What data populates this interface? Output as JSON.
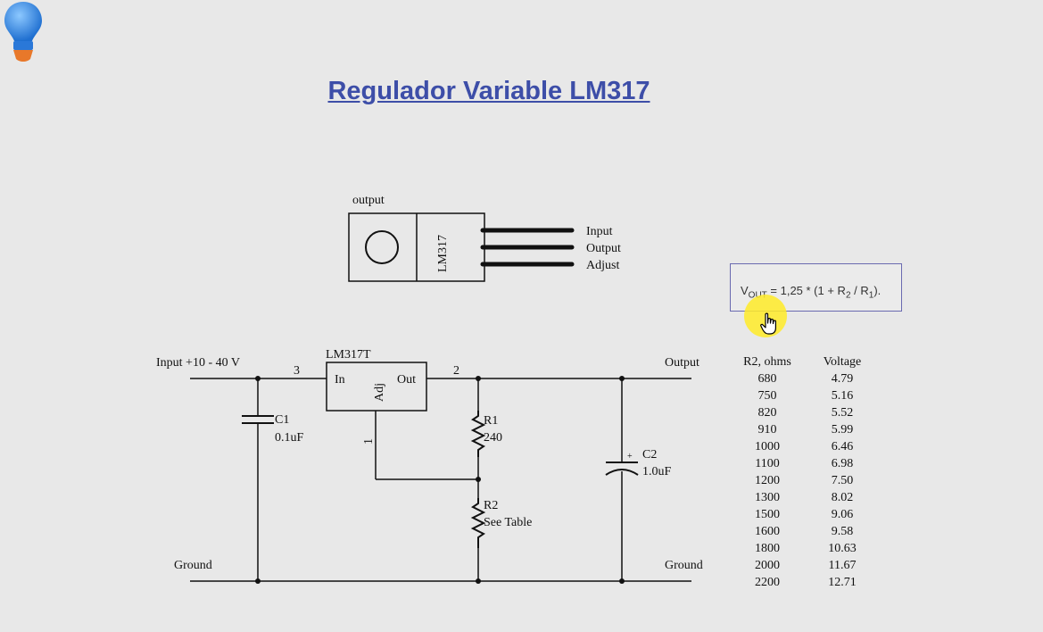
{
  "title": "Regulador Variable LM317",
  "package": {
    "top_label": "output",
    "body_label": "LM317",
    "pins": [
      "Input",
      "Output",
      "Adjust"
    ]
  },
  "formula": {
    "v": "V",
    "v_sub": "OUT",
    "mid": " = 1,25 * (1 + R",
    "r2_sub": "2",
    "slash": " / R",
    "r1_sub": "1",
    "end": ")."
  },
  "schematic": {
    "input_label": "Input +10 - 40 V",
    "output_label": "Output",
    "ground_left": "Ground",
    "ground_right": "Ground",
    "ic_name": "LM317T",
    "ic_in": "In",
    "ic_out": "Out",
    "ic_adj": "Adj",
    "pin3": "3",
    "pin2": "2",
    "pin1": "1",
    "c1_name": "C1",
    "c1_value": "0.1uF",
    "c2_name": "C2",
    "c2_value": "1.0uF",
    "c2_plus": "+",
    "r1_name": "R1",
    "r1_value": "240",
    "r2_name": "R2",
    "r2_value": "See Table"
  },
  "table": {
    "headers": [
      "R2, ohms",
      "Voltage"
    ],
    "rows": [
      [
        "680",
        "4.79"
      ],
      [
        "750",
        "5.16"
      ],
      [
        "820",
        "5.52"
      ],
      [
        "910",
        "5.99"
      ],
      [
        "1000",
        "6.46"
      ],
      [
        "1100",
        "6.98"
      ],
      [
        "1200",
        "7.50"
      ],
      [
        "1300",
        "8.02"
      ],
      [
        "1500",
        "9.06"
      ],
      [
        "1600",
        "9.58"
      ],
      [
        "1800",
        "10.63"
      ],
      [
        "2000",
        "11.67"
      ],
      [
        "2200",
        "12.71"
      ]
    ]
  },
  "colors": {
    "title": "#3d4ea8",
    "background": "#e8e8e8",
    "bulb": "#3a8fe0",
    "bulb_base": "#e8782a",
    "highlight": "#ffeb28"
  }
}
